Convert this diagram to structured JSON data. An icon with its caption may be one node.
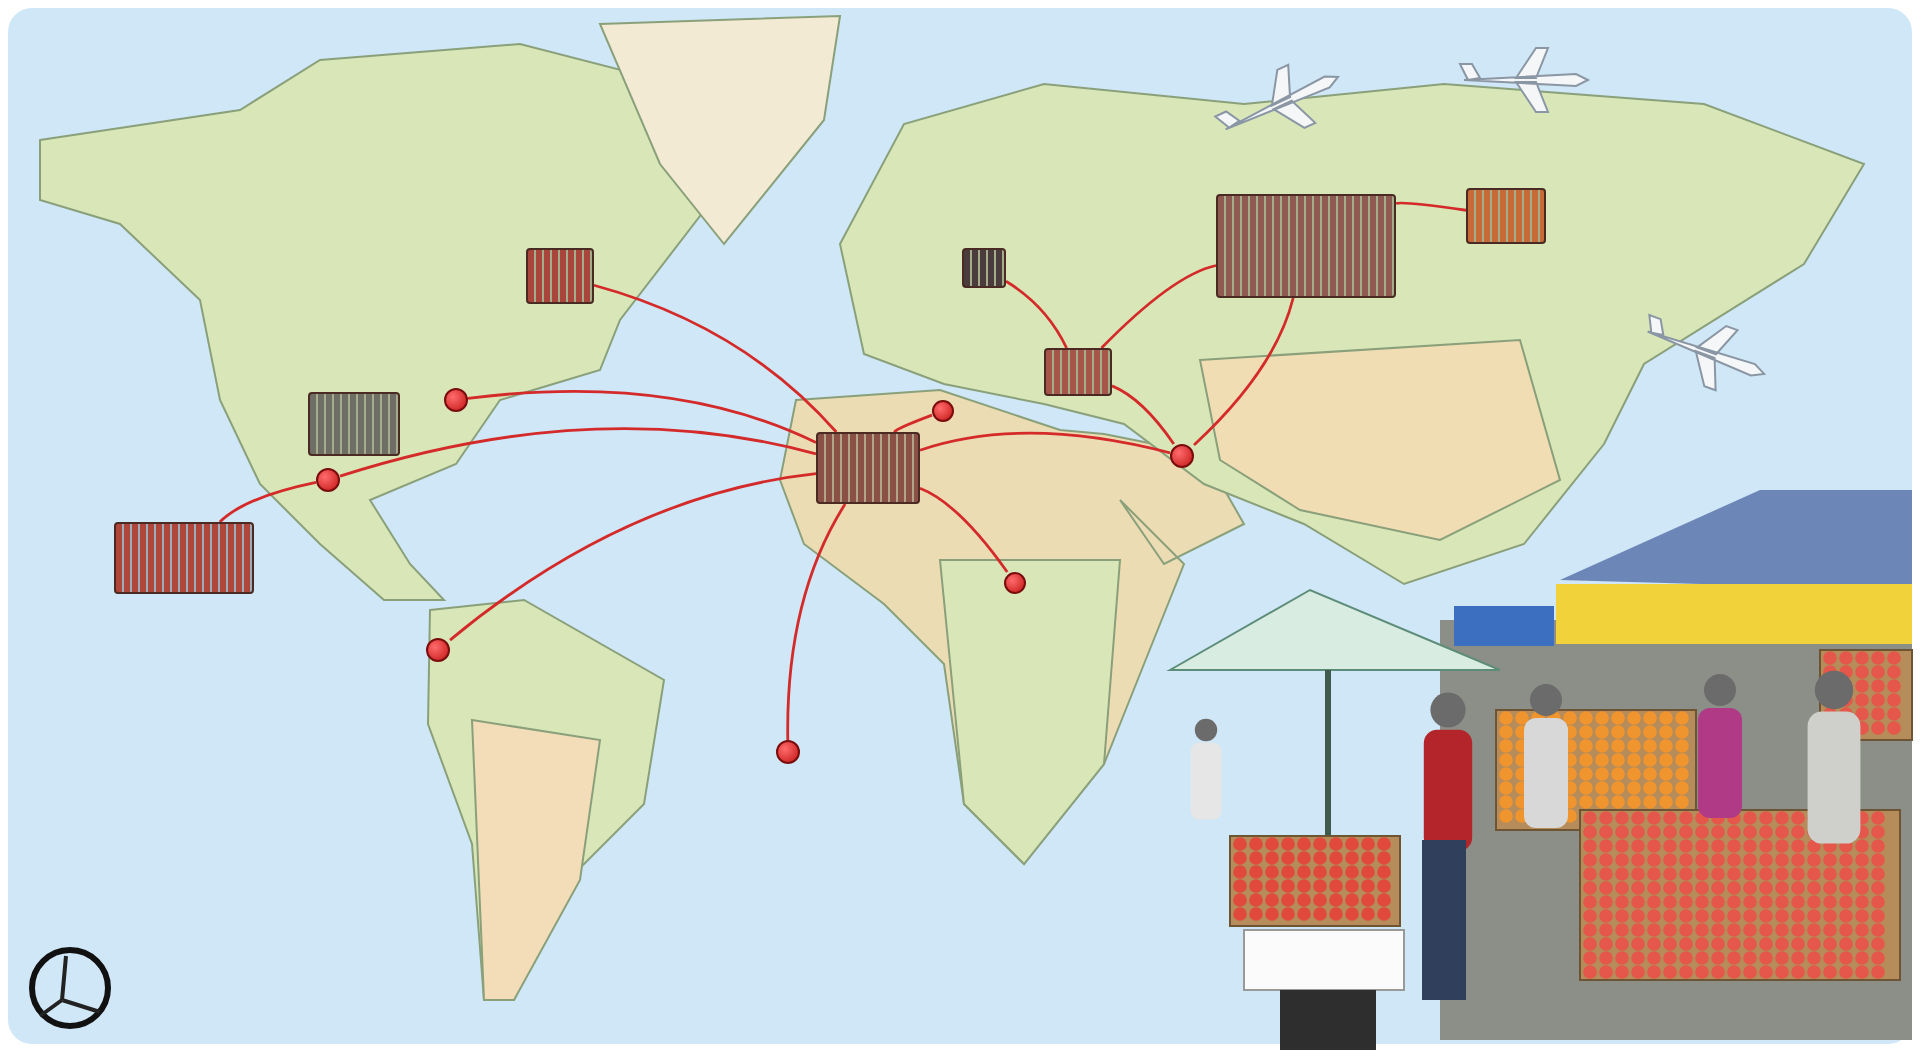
{
  "diagram": {
    "nodes": [
      {
        "text": [],
        "shape": "box"
      },
      {
        "text": [],
        "shape": "box"
      },
      {
        "text": [],
        "shape": "box"
      },
      {
        "text": [],
        "shape": "box"
      },
      {
        "text": [],
        "shape": "box"
      },
      {
        "text": [],
        "shape": "box"
      },
      {
        "text": [],
        "shape": "box"
      },
      {
        "text": [],
        "shape": "box"
      },
      {
        "text": [],
        "shape": "circle"
      },
      {
        "text": [],
        "shape": "circle"
      },
      {
        "text": [],
        "shape": "circle"
      },
      {
        "text": [],
        "shape": "circle"
      },
      {
        "text": [],
        "shape": "circle"
      },
      {
        "text": [],
        "shape": "circle"
      },
      {
        "text": [],
        "shape": "circle"
      }
    ],
    "edges": [
      {
        "from": 0,
        "to": 3,
        "arrow": "none"
      },
      {
        "from": 8,
        "to": 3,
        "arrow": "none"
      },
      {
        "from": 9,
        "to": 3,
        "arrow": "none"
      },
      {
        "from": 2,
        "to": 9,
        "arrow": "none"
      },
      {
        "from": 10,
        "to": 3,
        "arrow": "none"
      },
      {
        "from": 11,
        "to": 3,
        "arrow": "none"
      },
      {
        "from": 3,
        "to": 12,
        "arrow": "none"
      },
      {
        "from": 3,
        "to": 14,
        "arrow": "none"
      },
      {
        "from": 3,
        "to": 13,
        "arrow": "none"
      },
      {
        "from": 4,
        "to": 5,
        "arrow": "none"
      },
      {
        "from": 5,
        "to": 6,
        "arrow": "none"
      },
      {
        "from": 5,
        "to": 13,
        "arrow": "none"
      },
      {
        "from": 6,
        "to": 13,
        "arrow": "none"
      },
      {
        "from": 6,
        "to": 7,
        "arrow": "none"
      }
    ]
  }
}
